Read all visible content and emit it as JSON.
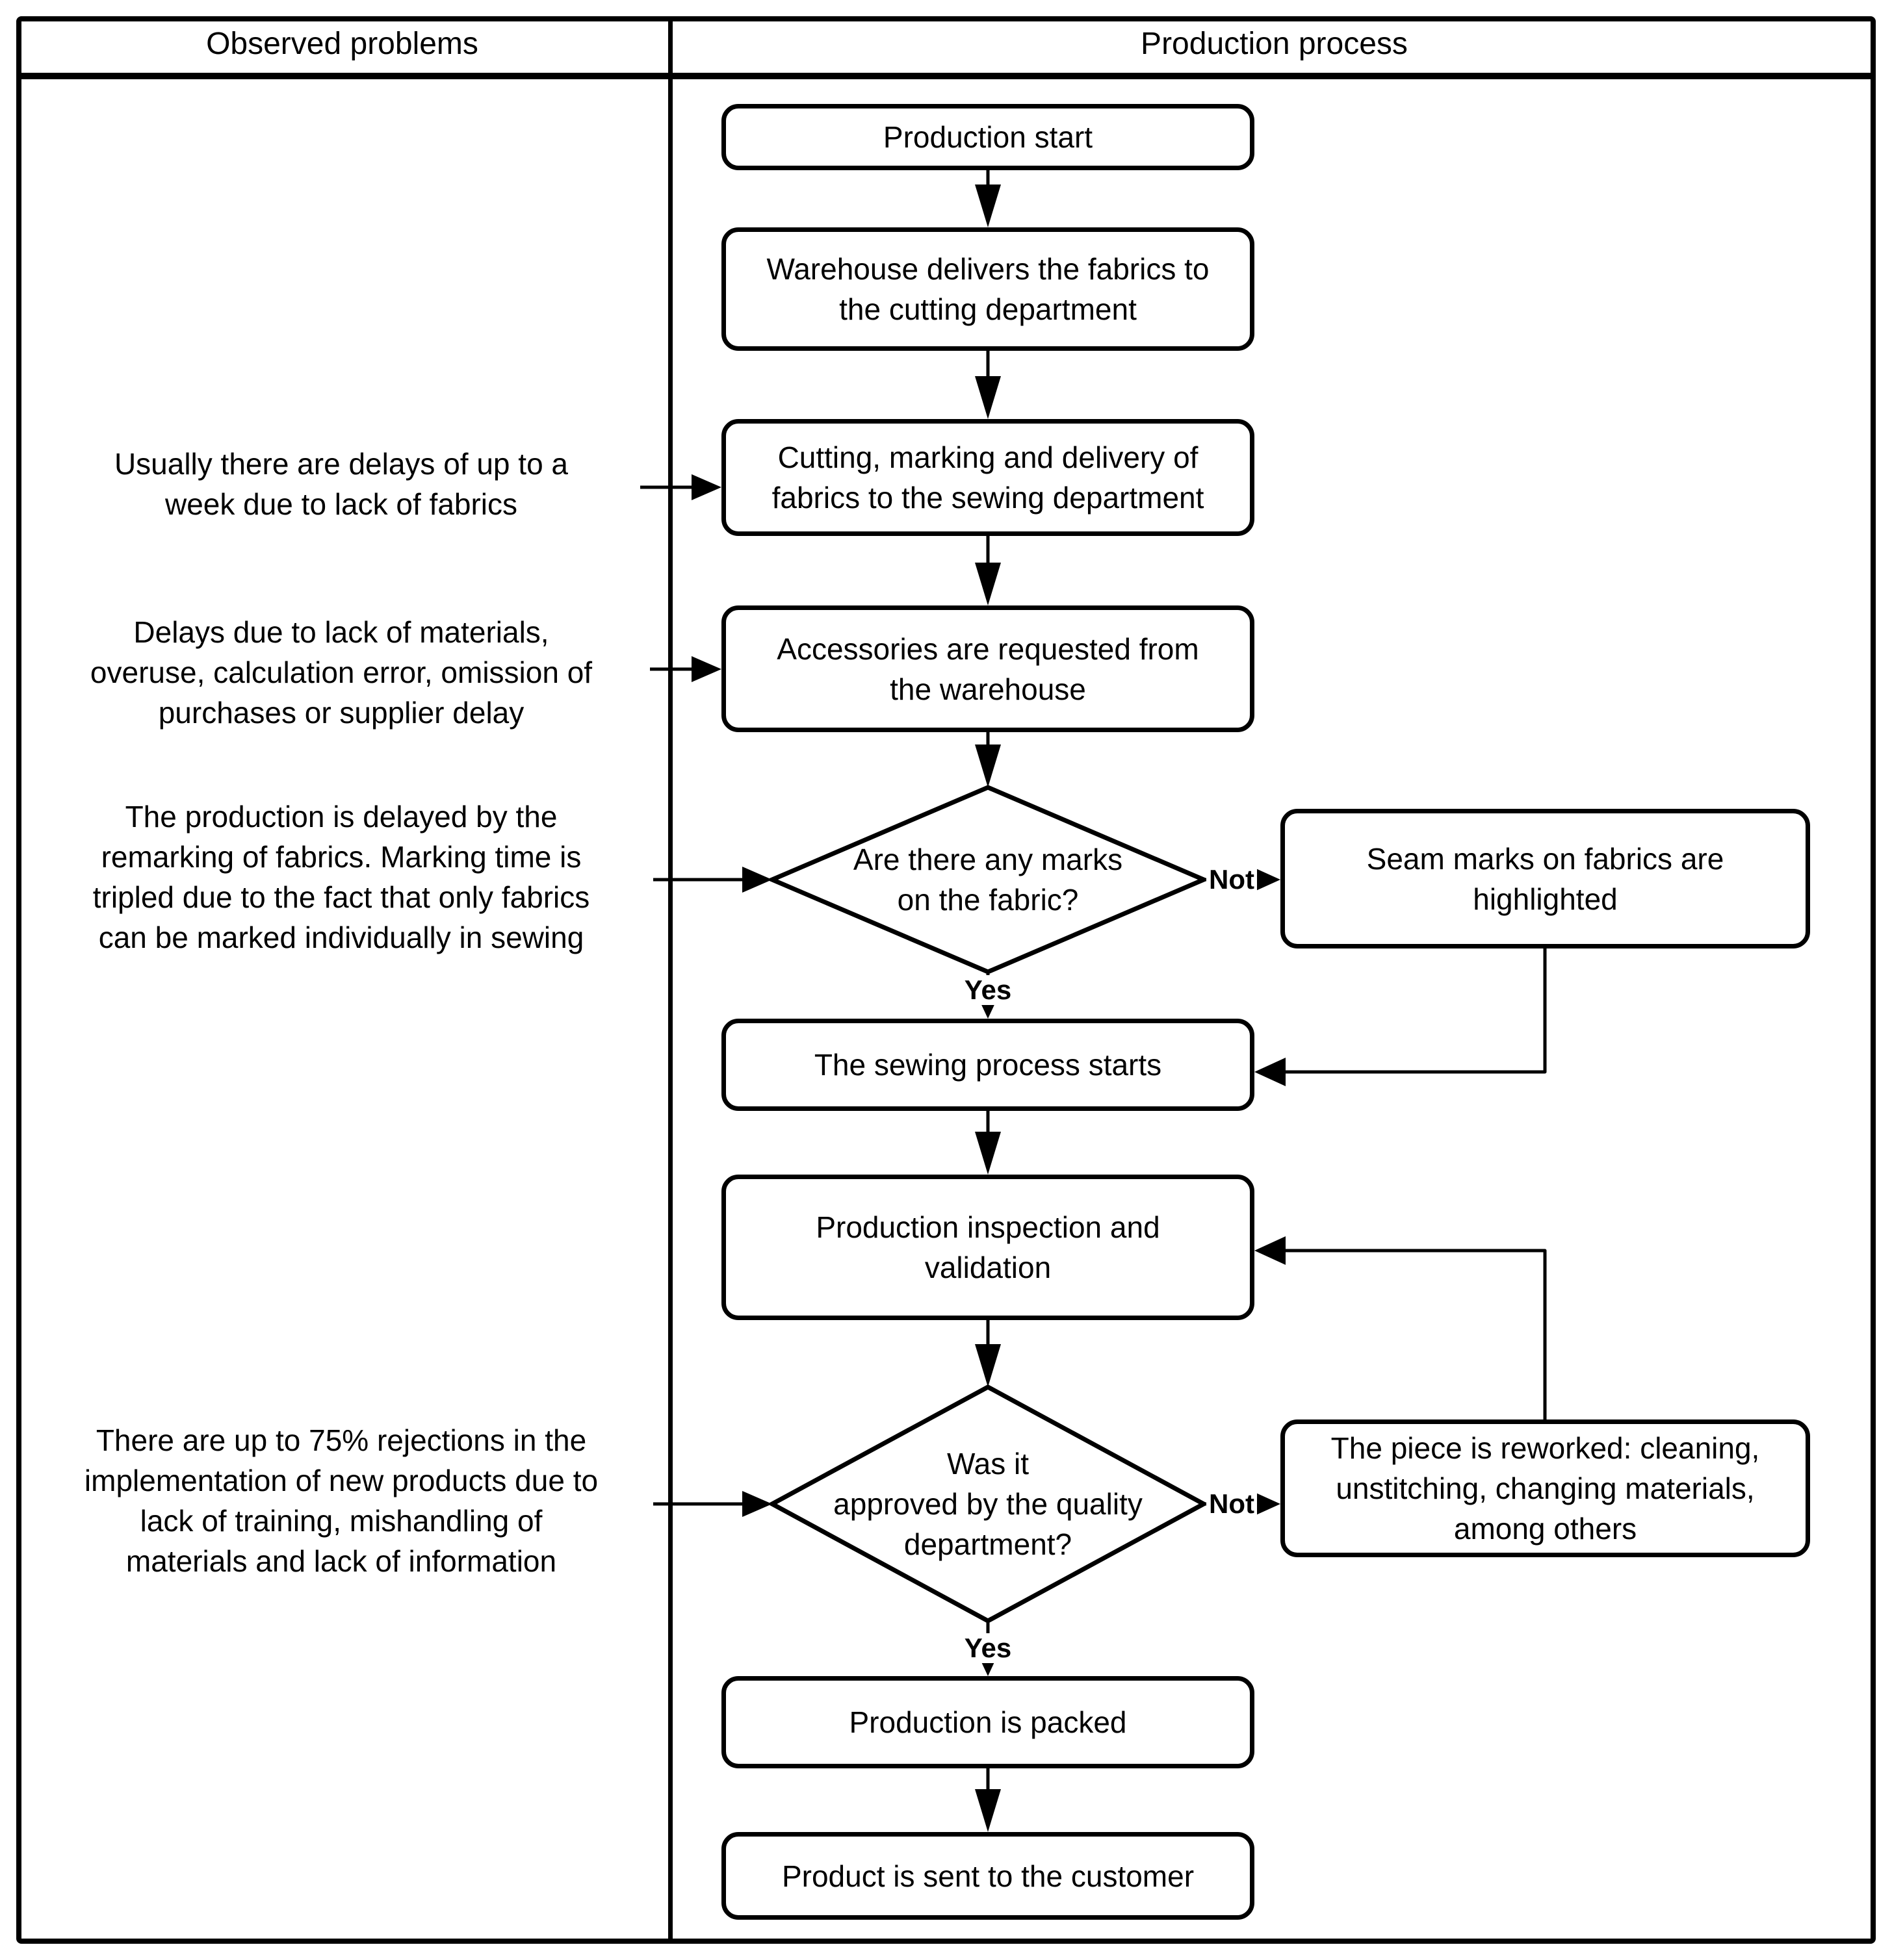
{
  "header": {
    "left_column": "Observed problems",
    "right_column": "Production process"
  },
  "annotations": [
    {
      "text": "Usually there are delays of up to a\nweek due to lack of fabrics"
    },
    {
      "text": "Delays due to lack of materials,\noveruse, calculation error, omission of\npurchases or supplier delay"
    },
    {
      "text": "The production is delayed by the\nremarking of fabrics. Marking time is\ntripled due to the fact that only fabrics\ncan be marked individually in sewing"
    },
    {
      "text": "There are up to 75% rejections in the\nimplementation of new products due to\nlack of training, mishandling of\nmaterials and lack of information"
    }
  ],
  "nodes": {
    "start": "Production start",
    "warehouse_delivery": "Warehouse delivers the fabrics to\nthe cutting department",
    "cutting": "Cutting, marking and delivery of\nfabrics to the sewing department",
    "accessories": "Accessories are requested from\nthe warehouse",
    "marks_decision": "Are there any marks\non the fabric?",
    "seam_marks": "Seam marks on fabrics are\nhighlighted",
    "sewing_start": "The sewing process starts",
    "inspection": "Production inspection and\nvalidation",
    "quality_decision": "Was it\napproved by the quality\ndepartment?",
    "rework": "The piece is reworked: cleaning,\nunstitching, changing materials,\namong others",
    "packed": "Production is packed",
    "sent": "Product is sent to the customer"
  },
  "edge_labels": {
    "marks_yes": "Yes",
    "marks_not": "Not",
    "quality_yes": "Yes",
    "quality_not": "Not"
  },
  "colors": {
    "line": "#000000",
    "background": "#ffffff",
    "text": "#000000"
  }
}
